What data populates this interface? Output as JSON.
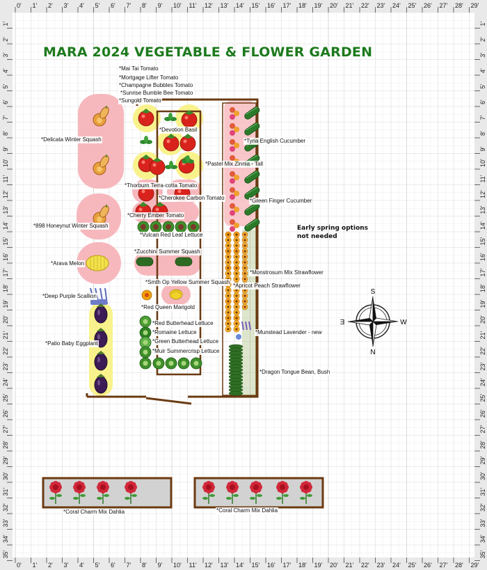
{
  "title": "MARA 2024 VEGETABLE & FLOWER GARDEN",
  "ruler": {
    "top": [
      "0'",
      "1'",
      "2'",
      "3'",
      "4'",
      "5'",
      "6'",
      "7'",
      "8'",
      "9'",
      "10'",
      "11'",
      "12'",
      "13'",
      "14'",
      "15'",
      "16'",
      "17'",
      "18'",
      "19'",
      "20'",
      "21'",
      "22'",
      "23'",
      "24'",
      "25'",
      "26'",
      "27'",
      "28'",
      "29'"
    ],
    "side": [
      "1'",
      "2'",
      "3'",
      "4'",
      "5'",
      "6'",
      "7'",
      "8'",
      "9'",
      "10'",
      "11'",
      "12'",
      "13'",
      "14'",
      "15'",
      "16'",
      "17'",
      "18'",
      "19'",
      "20'",
      "21'",
      "22'",
      "23'",
      "24'",
      "25'",
      "26'",
      "27'",
      "28'",
      "29'",
      "30'",
      "31'",
      "32'",
      "33'",
      "34'",
      "35'"
    ]
  },
  "compass": {
    "n": "N",
    "s": "S",
    "e": "E",
    "w": "W"
  },
  "note": {
    "line1": "Early spring options",
    "line2": "not needed"
  },
  "labels": {
    "mai_tai": "*Mai Tai Tomato",
    "mortgage": "*Mortgage Lifter Tomato",
    "champagne": "*Champagne Bubbles Tomato",
    "sunrise": "*Sunrise Bumble Bee Tomato",
    "sungold": "*Sungold Tomato",
    "devotion": "*Devotion Basil",
    "delicata": "*Delicata Winter Squash",
    "tyria": "*Tyria English Cucumber",
    "zinnia": "*Pastel Mix Zinnia - Tall",
    "terracotta": "*Thorburn Terra-cotta Tomato",
    "carbon": "*Cherokee Carbon Tomato",
    "green_finger": "*Green Finger Cucumber",
    "cherry_ember": "*Cherry Ember Tomato",
    "honeynut": "*898 Honeynut Winter Squash",
    "vulcan": "*Vulcan Red Leaf Lettuce",
    "zucchini": "*Zucchini Summer Squash",
    "arava": "*Arava Melon",
    "monstrosum": "*Monstrosum Mix Strawflower",
    "smth": "*Smth Op Yellow Summer Squash",
    "apricot": "*Apricot Peach Strawflower",
    "scallion": "*Deep Purple Scallion",
    "marigold": "*Red Queen Marigold",
    "red_butterhead": "*Red Butterhead Lettuce",
    "munstead": "*Munstead Lavender - new",
    "romaine": "*Romaine Lettuce",
    "green_butterhead": "*Green Butterhead Lettuce",
    "eggplant": "*Patio Baby Eggplant",
    "muir": "*Muir Summercrisp Lettuce",
    "dragon": "*Dragon Tongue Bean, Bush",
    "dahlia_left": "*Coral Charm Mix Dahlia",
    "dahlia_right": "*Coral Charm Mix Dahlia"
  },
  "colors": {
    "title": "#1d7a1d",
    "bed_border": "#6b3a12",
    "pink_zone": "#f7b8bd",
    "yellow_zone": "#f9f28c",
    "grid_line": "#d9d9d9",
    "tomato": "#d8231c",
    "lettuce": "#3f8f2c",
    "marigold": "#f0a20c"
  }
}
